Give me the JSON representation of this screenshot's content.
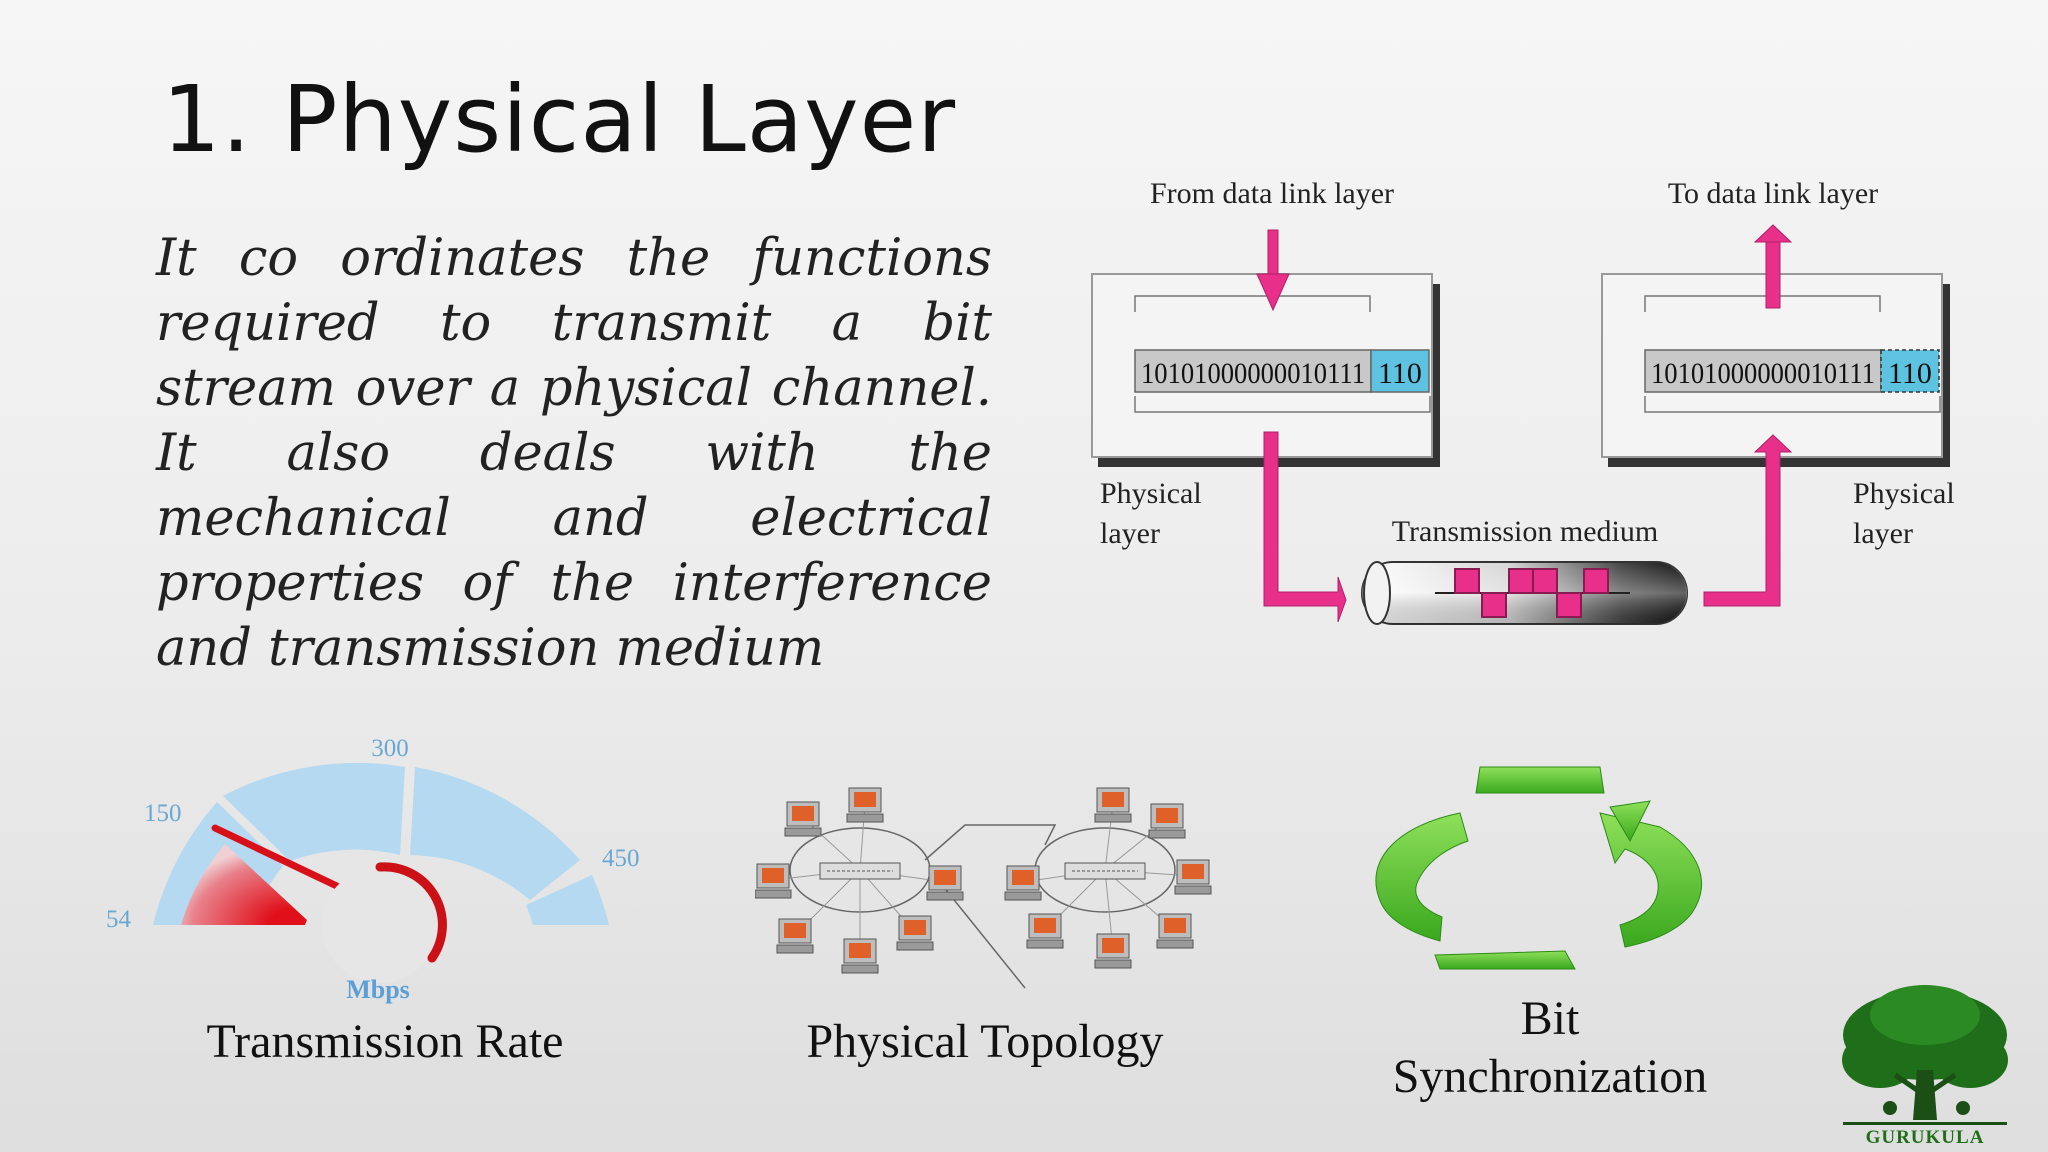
{
  "slide": {
    "title": "1. Physical Layer",
    "body": "It co ordinates the functions required to transmit a bit stream over a physical channel. It also deals with the mechanical and electrical properties of the interference and transmission medium"
  },
  "diagram": {
    "from_label": "From data link layer",
    "to_label": "To data link layer",
    "left_bits": "10101000000010111",
    "left_suffix": "110",
    "right_bits": "10101000000010111",
    "right_suffix": "110",
    "left_layer_line1": "Physical",
    "left_layer_line2": "layer",
    "right_layer_line1": "Physical",
    "right_layer_line2": "layer",
    "medium_label": "Transmission medium",
    "colors": {
      "arrow": "#e8308b",
      "suffix_box": "#5ec3e0"
    }
  },
  "gauge": {
    "ticks": [
      "54",
      "150",
      "300",
      "450"
    ],
    "unit": "Mbps",
    "caption": "Transmission Rate"
  },
  "topology": {
    "caption": "Physical Topology"
  },
  "sync": {
    "caption_line1": "Bit",
    "caption_line2": "Synchronization"
  },
  "logo": {
    "text": "GURUKULA"
  }
}
